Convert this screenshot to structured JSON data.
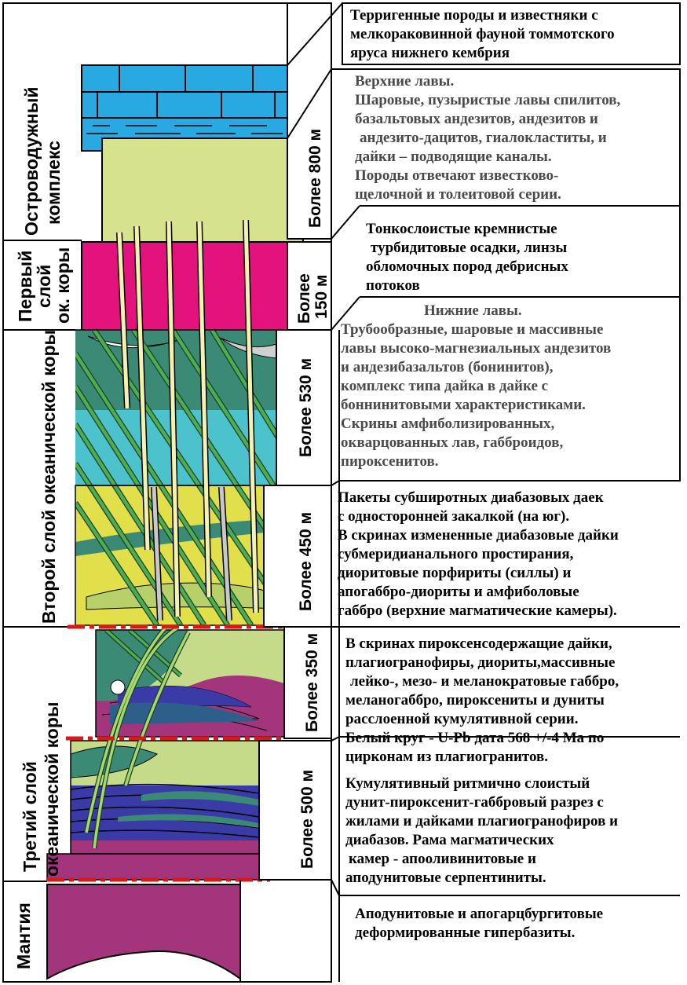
{
  "units": [
    {
      "id": "ostrovodujny",
      "label": [
        "Островодужный",
        "комплекс"
      ]
    },
    {
      "id": "layer1",
      "label": [
        "Первый",
        "слой",
        "ок. коры"
      ]
    },
    {
      "id": "layer2",
      "label": [
        "Второй слой океанической коры"
      ]
    },
    {
      "id": "layer3",
      "label": [
        "Третий слой",
        "океанической коры"
      ]
    },
    {
      "id": "mantle",
      "label": [
        "Мантия"
      ]
    }
  ],
  "thickness": [
    {
      "id": "t800",
      "label": [
        "Более 800 м"
      ]
    },
    {
      "id": "t150",
      "label": [
        "Более",
        "150 м"
      ]
    },
    {
      "id": "t530",
      "label": [
        "Более 530 м"
      ]
    },
    {
      "id": "t450",
      "label": [
        "Более 450 м"
      ]
    },
    {
      "id": "t350",
      "label": [
        "Более 350 м"
      ]
    },
    {
      "id": "t500",
      "label": [
        "Более 500 м"
      ]
    }
  ],
  "descriptions": [
    {
      "id": "cambrian",
      "lines": [
        "Терригенные породы и известняки с",
        "мелкораковинной фауной томмотского",
        "яруса нижнего кембрия"
      ]
    },
    {
      "id": "upper-lavas",
      "lines": [
        "Верхние лавы.",
        "Шаровые, пузыристые лавы спилитов,",
        "базальтовых андезитов, андезитов и",
        "андезито-дацитов, гиалокластиты, и",
        "дайки – подводящие каналы.",
        "Породы отвечают известково-",
        "щелочной и толеитовой серии."
      ]
    },
    {
      "id": "turbidites",
      "lines": [
        "Тонкослоистые кремнистые",
        "турбидитовые осадки, линзы",
        "обломочных пород дебрисных",
        "потоков"
      ]
    },
    {
      "id": "lower-lavas",
      "lines": [
        "Нижние лавы.",
        "Трубообразные, шаровые и массивные",
        "лавы высоко-магнезиальных андезитов",
        "и андезибазальтов (бонинитов),",
        "комплекс типа дайка в дайке с",
        "боннинитовыми характеристиками.",
        "Скрины амфиболизированных,",
        "окварцованных лав, габброидов,",
        "пироксенитов."
      ]
    },
    {
      "id": "dikes",
      "lines": [
        "Пакеты субширотных диабазовых даек",
        "с односторонней закалкой (на юг).",
        "В скринах измененные диабазовые дайки",
        "субмеридианального простирания,",
        "диоритовые порфириты (силлы) и",
        "апогаббро-диориты и амфиболовые",
        "габбро (верхние магматические камеры)."
      ]
    },
    {
      "id": "pyroxene",
      "lines": [
        "В скринах пироксенсодержащие дайки,",
        "плагиогранофиры, диориты,массивные",
        "лейко-, мезо- и меланократовые габбро,",
        "меланогаббро,  пироксениты и дуниты",
        "расслоенной кумулятивной серии.",
        "Белый круг - U-Pb дата 568 +/-4 Ма по",
        "цирконам из плагиогранитов."
      ]
    },
    {
      "id": "cumulate",
      "lines": [
        "Кумулятивный ритмично слоистый",
        "дунит-пироксенит-габбровый разрез с",
        "жилами и дайками плагиогранофиров и",
        "диабазов. Рама магматических",
        "камер - апооливинитовые и",
        "аподунитовые серпентиниты."
      ]
    },
    {
      "id": "mantle-desc",
      "lines": [
        "Аподунитовые и апогарцбургитовые",
        "деформированные гипербазиты."
      ]
    }
  ],
  "colors": {
    "limestone": "#29a9e1",
    "lava_upper": "#d6e38c",
    "chert": "#e4127c",
    "teal": "#3a8a76",
    "cyan": "#4cc2cc",
    "yellow": "#e2e04a",
    "purple": "#a2357c",
    "blue": "#3b3ba8",
    "dike_green": "#4cae4c",
    "dike_pale": "#f4f2b0",
    "boundary": "#d91818"
  }
}
